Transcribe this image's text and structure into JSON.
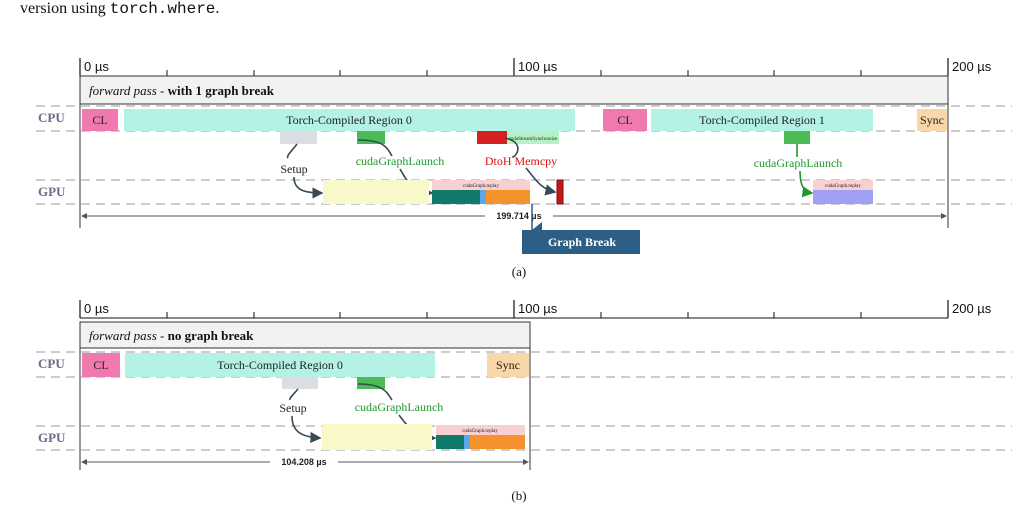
{
  "intro": {
    "text": "version using ",
    "code": "torch.where",
    "end": "."
  },
  "panel_a": {
    "ticks": [
      "0 µs",
      "100 µs",
      "200 µs"
    ],
    "header_italic": "forward pass",
    "header_sep": " - ",
    "header_bold": "with 1 graph break",
    "lanes": {
      "cpu": "CPU",
      "gpu": "GPU"
    },
    "blocks": {
      "cl1": "CL",
      "region0": "Torch-Compiled Region 0",
      "cl2": "CL",
      "region1": "Torch-Compiled Region 1",
      "sync": "Sync",
      "stream_sync": "cudaStreamSynchronize",
      "replay1": "cudaGraph.replay",
      "replay2": "cudaGraph.replay"
    },
    "annotations": {
      "launch1": "cudaGraphLaunch",
      "setup": "Setup",
      "memcpy": "DtoH Memcpy",
      "launch2": "cudaGraphLaunch"
    },
    "duration": "199.714 µs",
    "graph_break": "Graph Break",
    "caption": "(a)",
    "colors": {
      "cl": "#f07ab0",
      "region": "#b5f2e6",
      "sync": "#f8d7a8",
      "setup": "#f8f8c8",
      "replay": "#f8d0d0",
      "kernel_teal": "#0f7a6a",
      "kernel_orange": "#f5922e",
      "kernel_blue": "#5aa8e8",
      "kernel_purple": "#a0a0f5",
      "launch": "#4cbb55",
      "memcpy": "#d42020",
      "graph_break": "#2d5f86"
    }
  },
  "panel_b": {
    "ticks": [
      "0 µs",
      "100 µs",
      "200 µs"
    ],
    "header_italic": "forward pass",
    "header_sep": " - ",
    "header_bold": "no graph break",
    "lanes": {
      "cpu": "CPU",
      "gpu": "GPU"
    },
    "blocks": {
      "cl": "CL",
      "region0": "Torch-Compiled Region 0",
      "sync": "Sync",
      "replay": "cudaGraph.replay"
    },
    "annotations": {
      "setup": "Setup",
      "launch": "cudaGraphLaunch"
    },
    "duration": "104.208 µs",
    "caption": "(b)"
  }
}
